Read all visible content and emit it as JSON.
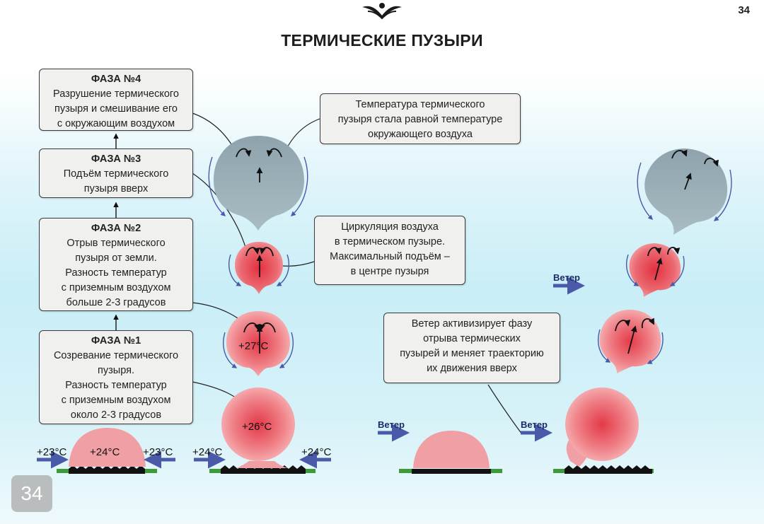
{
  "page_number": "34",
  "page_badge": "34",
  "title": "ТЕРМИЧЕСКИЕ ПУЗЫРИ",
  "phases": [
    {
      "label": "ФАЗА №4",
      "text": "Разрушение термического\nпузыря и смешивание его\nс окружающим воздухом"
    },
    {
      "label": "ФАЗА №3",
      "text": "Подъём термического\nпузыря вверх"
    },
    {
      "label": "ФАЗА №2",
      "text": "Отрыв термического\nпузыря от земли.\nРазность температур\nс приземным воздухом\nбольше 2-3 градусов"
    },
    {
      "label": "ФАЗА №1",
      "text": "Созревание термического\nпузыря.\nРазность температур\nс приземным воздухом\nоколо 2-3 градусов"
    }
  ],
  "notes": {
    "equal_temp": "Температура термического\nпузыря стала равной температуре\nокружающего воздуха",
    "circulation": "Циркуляция воздуха\nв термическом пузыре.\nМаксимальный подъём –\nв центре пузыря",
    "wind_effect": "Ветер активизирует фазу\nотрыва термических\nпузырей и меняет траекторию\nих движения вверх"
  },
  "temperatures": {
    "left_air_1": "+23°C",
    "bubble_1": "+24°C",
    "right_air_1": "+23°C",
    "left_air_2": "+24°C",
    "right_air_2": "+24°C",
    "bubble_2": "+26°C",
    "bubble_3": "+27°C"
  },
  "wind_label": "Ветер",
  "colors": {
    "bubble_red": "#e8505a",
    "bubble_pink": "#f2a5a8",
    "bubble_grey": "#8fa5ae",
    "arrow_blue": "#4a5aa8",
    "ground_green": "#3d9b3a",
    "ground_black": "#111111"
  }
}
